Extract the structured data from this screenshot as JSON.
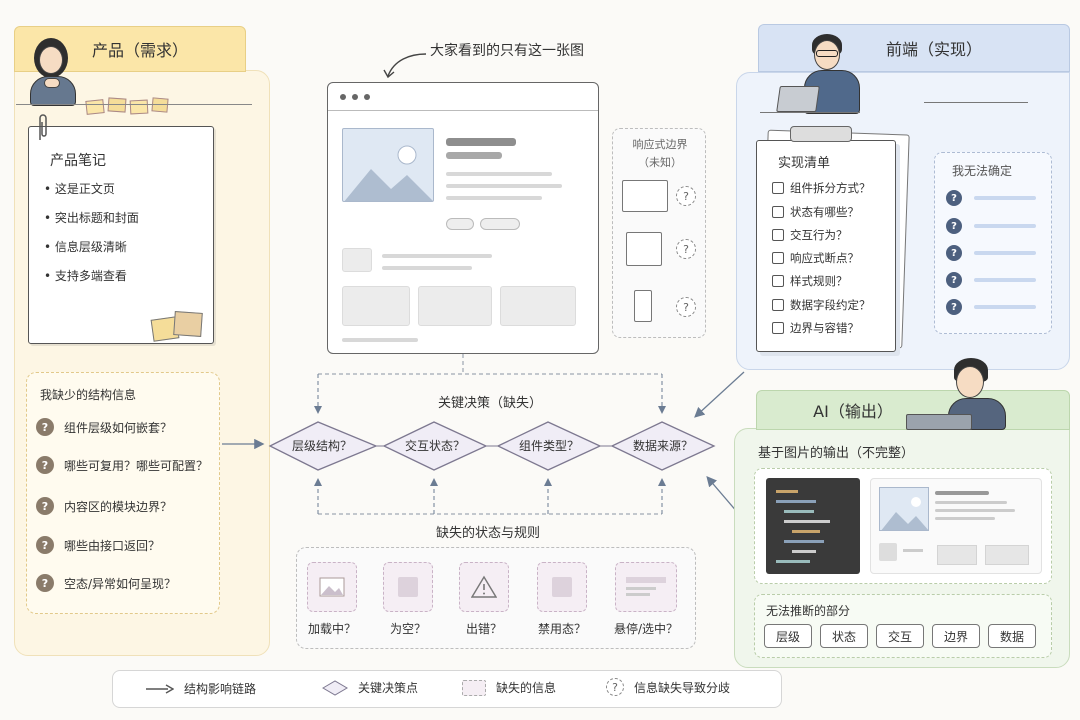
{
  "product": {
    "header": "产品（需求）",
    "note_title": "产品笔记",
    "note_items": [
      "• 这是正文页",
      "• 突出标题和封面",
      "• 信息层级清晰",
      "• 支持多端查看"
    ],
    "lack_title": "我缺少的结构信息",
    "lack_items": [
      "组件层级如何嵌套？",
      "哪些可复用？哪些可配置？",
      "内容区的模块边界？",
      "哪些由接口返回？",
      "空态/异常如何呈现？"
    ]
  },
  "center": {
    "caption": "大家看到的只有这一张图",
    "responsive_title_1": "响应式边界",
    "responsive_title_2": "（未知）",
    "question_mark": "?"
  },
  "decision": {
    "title": "关键决策（缺失）",
    "nodes": [
      "层级结构？",
      "交互状态？",
      "组件类型？",
      "数据来源？"
    ]
  },
  "missing": {
    "title": "缺失的状态与规则",
    "states": [
      "加载中？",
      "为空？",
      "出错？",
      "禁用态？",
      "悬停/选中？"
    ]
  },
  "frontend": {
    "header": "前端（实现）",
    "list_title": "实现清单",
    "list_items": [
      "组件拆分方式？",
      "状态有哪些？",
      "交互行为？",
      "响应式断点？",
      "样式规则？",
      "数据字段约定？",
      "边界与容错？"
    ],
    "unsure_title": "我无法确定"
  },
  "ai": {
    "header": "AI（输出）",
    "output_title": "基于图片的输出（不完整）",
    "cant_title": "无法推断的部分",
    "tags": [
      "层级",
      "状态",
      "交互",
      "边界",
      "数据"
    ]
  },
  "legend": {
    "items": [
      "结构影响链路",
      "关键决策点",
      "缺失的信息",
      "信息缺失导致分歧"
    ]
  },
  "colors": {
    "product": "#fbe6a8",
    "frontend": "#d8e3f4",
    "ai": "#d9ebcf",
    "arrow": "#6b7c93"
  }
}
